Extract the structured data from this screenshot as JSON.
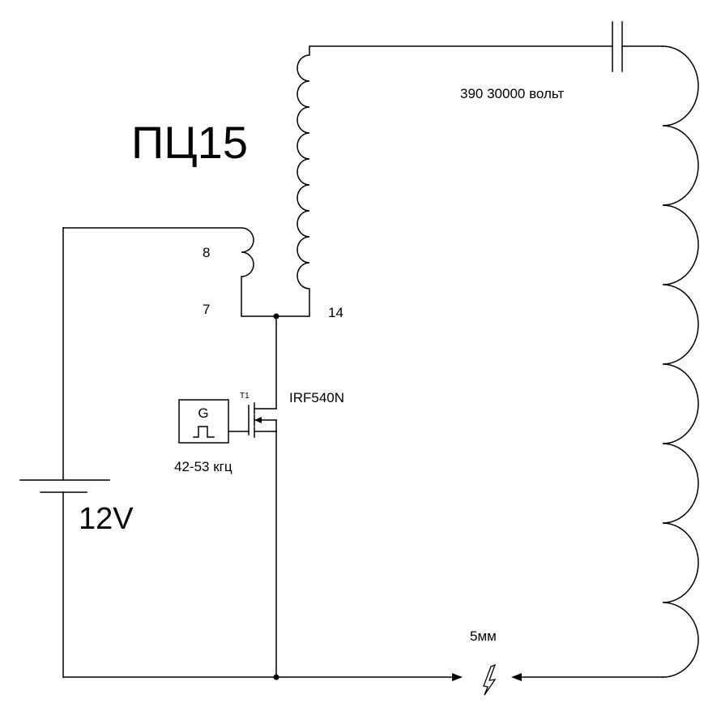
{
  "labels": {
    "title": "ПЦ15",
    "cap": "390  30000 вольт",
    "pin8": "8",
    "pin7": "7",
    "pin14": "14",
    "transistor_ref": "T1",
    "transistor_model": "IRF540N",
    "gen_symbol": "G",
    "gen_freq": "42-53 кгц",
    "battery": "12V",
    "gap": "5мм"
  }
}
